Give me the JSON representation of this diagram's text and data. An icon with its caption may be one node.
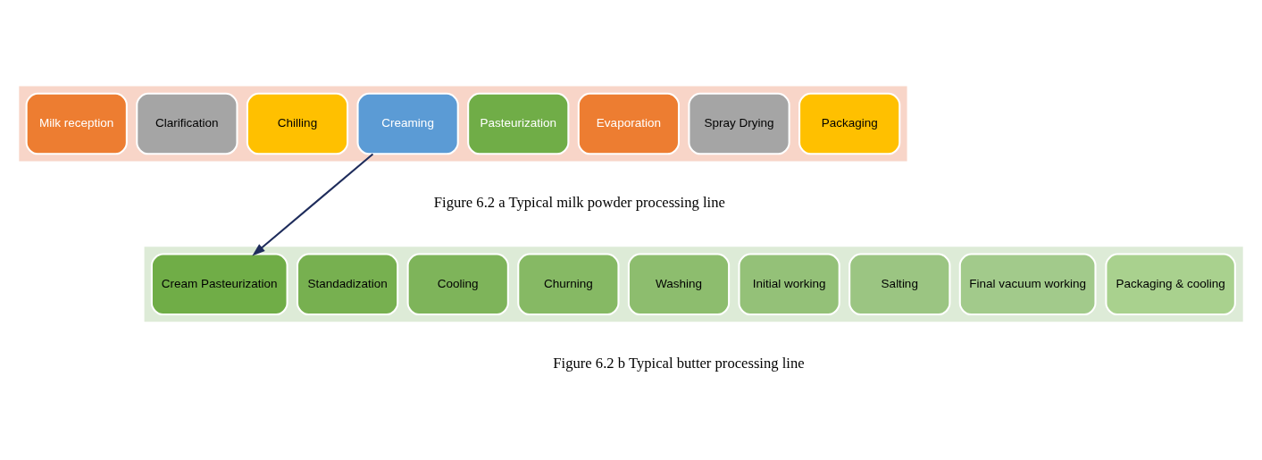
{
  "diagram": {
    "nodes": [
      {
        "text": [],
        "shape": "arrow"
      },
      {
        "text": [
          "Milk reception"
        ],
        "in": 0
      },
      {
        "text": [
          "Clarification"
        ],
        "in": 0
      },
      {
        "text": [
          "Chilling"
        ],
        "in": 0
      },
      {
        "text": [
          "Creaming"
        ],
        "in": 0
      },
      {
        "text": [
          "Pasteurization"
        ],
        "in": 0
      },
      {
        "text": [
          "Evaporation"
        ],
        "in": 0
      },
      {
        "text": [
          "Spray Drying"
        ],
        "in": 0
      },
      {
        "text": [
          "Packaging"
        ],
        "in": 0
      },
      {
        "text": [],
        "shape": "arrow"
      },
      {
        "text": [
          "Cream Pasteurization"
        ],
        "in": 9
      },
      {
        "text": [
          "Standadization"
        ],
        "in": 9
      },
      {
        "text": [
          "Cooling"
        ],
        "in": 9
      },
      {
        "text": [
          "Churning"
        ],
        "in": 9
      },
      {
        "text": [
          "Washing"
        ],
        "in": 9
      },
      {
        "text": [
          "Initial working"
        ],
        "in": 9
      },
      {
        "text": [
          "Salting"
        ],
        "in": 9
      },
      {
        "text": [
          "Final vacuum working"
        ],
        "in": 9
      },
      {
        "text": [
          "Packaging & cooling"
        ],
        "in": 9
      }
    ],
    "edges": [
      {
        "from": 4,
        "to": 10,
        "arrow": "to",
        "color": "#1f2d5c"
      }
    ],
    "labels": [
      "Figure 6.2 a Typical milk powder processing line",
      "Figure 6.2 b Typical butter processing line"
    ]
  }
}
